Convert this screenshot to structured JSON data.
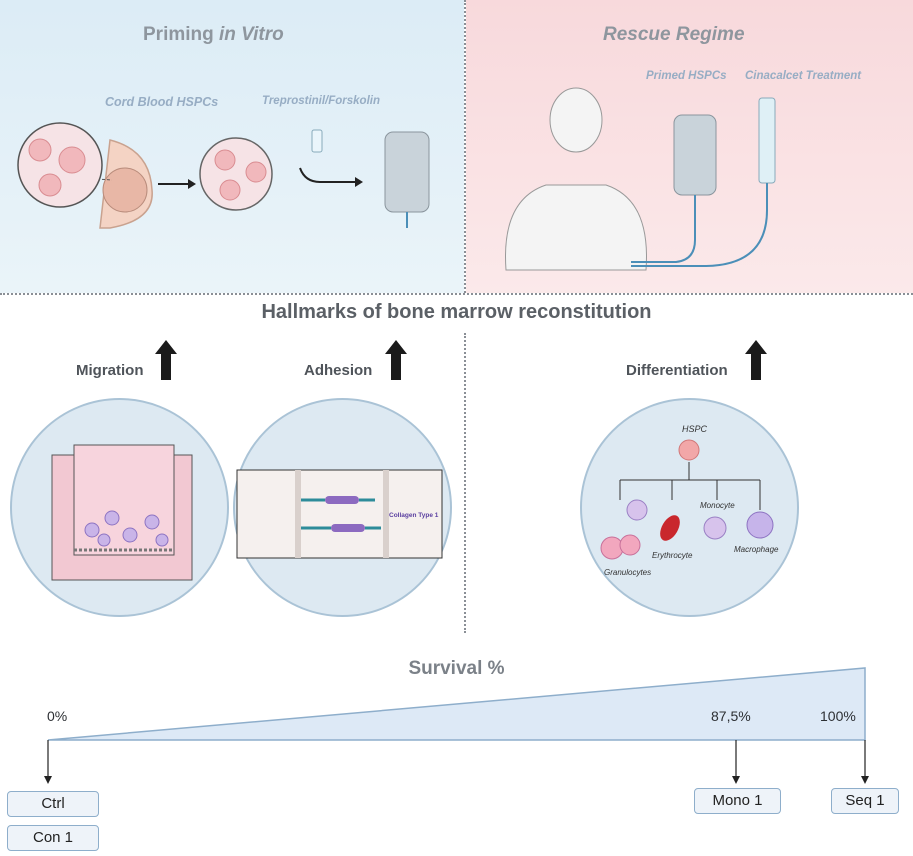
{
  "top_left": {
    "title_prefix": "Priming ",
    "title_italic": "in Vitro",
    "cord_blood_label": "Cord Blood HSPCs",
    "treatment_label": "Treprostinil/Forskolin"
  },
  "top_right": {
    "title": "Rescue Regime",
    "primed_label": "Primed HSPCs",
    "cinacalcet_label": "Cinacalcet Treatment"
  },
  "hallmarks": {
    "title": "Hallmarks of bone marrow reconstitution",
    "migration": "Migration",
    "adhesion": "Adhesion",
    "differentiation": "Differentiation",
    "collagen_label": "Collagen Type 1",
    "hspc_label": "HSPC",
    "cells": {
      "granulocytes": "Granulocytes",
      "erythrocyte": "Erythrocyte",
      "monocyte": "Monocyte",
      "macrophage": "Macrophage"
    }
  },
  "survival": {
    "title": "Survival %",
    "pct_0": "0%",
    "pct_875": "87,5%",
    "pct_100": "100%",
    "ctrl": "Ctrl",
    "con1": "Con 1",
    "mono1": "Mono 1",
    "seq1": "Seq 1"
  },
  "colors": {
    "left_panel": "#dcecf6",
    "right_panel": "#f8d9dc",
    "circle_fill": "#dde9f2",
    "wedge_fill": "#dde9f6",
    "box_border": "#8eaecb"
  }
}
